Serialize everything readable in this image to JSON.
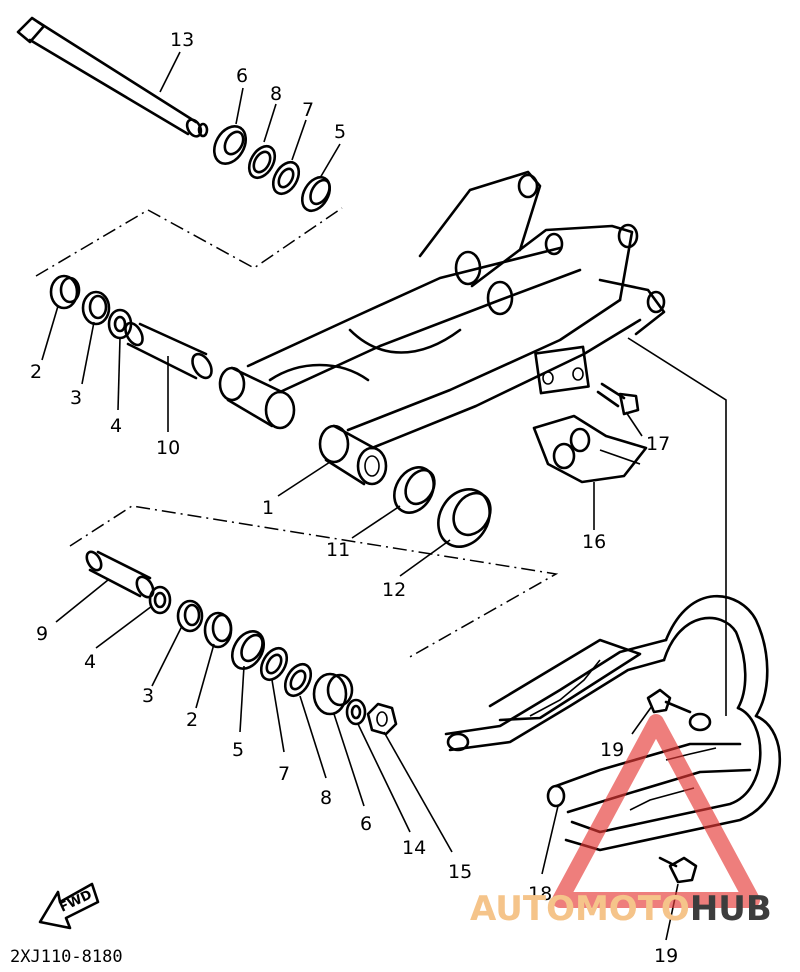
{
  "diagram_code": "2XJ110-8180",
  "fwd_label": "FWD",
  "callouts": {
    "c13": "13",
    "c6a": "6",
    "c8a": "8",
    "c7a": "7",
    "c5a": "5",
    "c2a": "2",
    "c3a": "3",
    "c4a": "4",
    "c10": "10",
    "c1": "1",
    "c11": "11",
    "c12": "12",
    "c16": "16",
    "c17": "17",
    "c9": "9",
    "c4b": "4",
    "c3b": "3",
    "c2b": "2",
    "c5b": "5",
    "c7b": "7",
    "c8b": "8",
    "c6b": "6",
    "c14": "14",
    "c15": "15",
    "c19a": "19",
    "c18": "18",
    "c19b": "19"
  },
  "watermark": {
    "part1": "AUTOMOTO",
    "part2": "HUB",
    "color_part1": "#f5c48a",
    "color_part2": "#3d3d3d",
    "triangle_color": "#e53935"
  }
}
